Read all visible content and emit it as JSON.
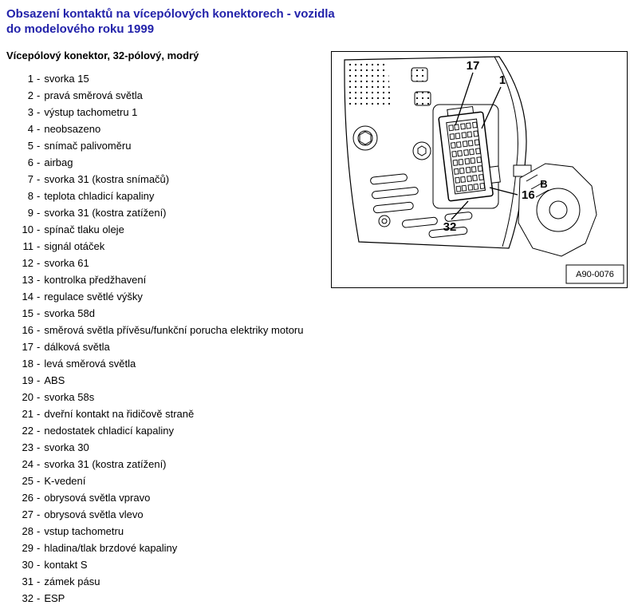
{
  "page": {
    "title_line1": "Obsazení kontaktů na vícepólových konektorech - vozidla",
    "title_line2": "do modelového roku 1999",
    "subtitle": "Vícepólový konektor, 32-pólový, modrý",
    "separator": "-"
  },
  "pins": [
    {
      "n": "1",
      "label": "svorka 15"
    },
    {
      "n": "2",
      "label": "pravá směrová světla"
    },
    {
      "n": "3",
      "label": "výstup tachometru 1"
    },
    {
      "n": "4",
      "label": "neobsazeno"
    },
    {
      "n": "5",
      "label": "snímač palivoměru"
    },
    {
      "n": "6",
      "label": "airbag"
    },
    {
      "n": "7",
      "label": "svorka 31 (kostra snímačů)"
    },
    {
      "n": "8",
      "label": "teplota chladicí kapaliny"
    },
    {
      "n": "9",
      "label": "svorka 31 (kostra zatížení)"
    },
    {
      "n": "10",
      "label": "spínač tlaku oleje"
    },
    {
      "n": "11",
      "label": "signál otáček"
    },
    {
      "n": "12",
      "label": "svorka 61"
    },
    {
      "n": "13",
      "label": "kontrolka předžhavení"
    },
    {
      "n": "14",
      "label": "regulace světlé výšky"
    },
    {
      "n": "15",
      "label": "svorka 58d"
    },
    {
      "n": "16",
      "label": "směrová světla přívěsu/funkční porucha elektriky motoru"
    },
    {
      "n": "17",
      "label": "dálková světla"
    },
    {
      "n": "18",
      "label": "levá směrová světla"
    },
    {
      "n": "19",
      "label": "ABS"
    },
    {
      "n": "20",
      "label": "svorka 58s"
    },
    {
      "n": "21",
      "label": "dveřní kontakt na řidičově straně"
    },
    {
      "n": "22",
      "label": "nedostatek chladicí kapaliny"
    },
    {
      "n": "23",
      "label": "svorka 30"
    },
    {
      "n": "24",
      "label": "svorka 31 (kostra zatížení)"
    },
    {
      "n": "25",
      "label": "K-vedení"
    },
    {
      "n": "26",
      "label": "obrysová světla vpravo"
    },
    {
      "n": "27",
      "label": "obrysová světla vlevo"
    },
    {
      "n": "28",
      "label": "vstup tachometru"
    },
    {
      "n": "29",
      "label": "hladina/tlak brzdové kapaliny"
    },
    {
      "n": "30",
      "label": "kontakt S"
    },
    {
      "n": "31",
      "label": "zámek pásu"
    },
    {
      "n": "32",
      "label": "ESP"
    }
  ],
  "figure": {
    "callout_17": "17",
    "callout_1": "1",
    "callout_16": "16",
    "callout_32": "32",
    "label_b": "B",
    "code": "A90-0076"
  },
  "colors": {
    "title": "#2222aa"
  }
}
